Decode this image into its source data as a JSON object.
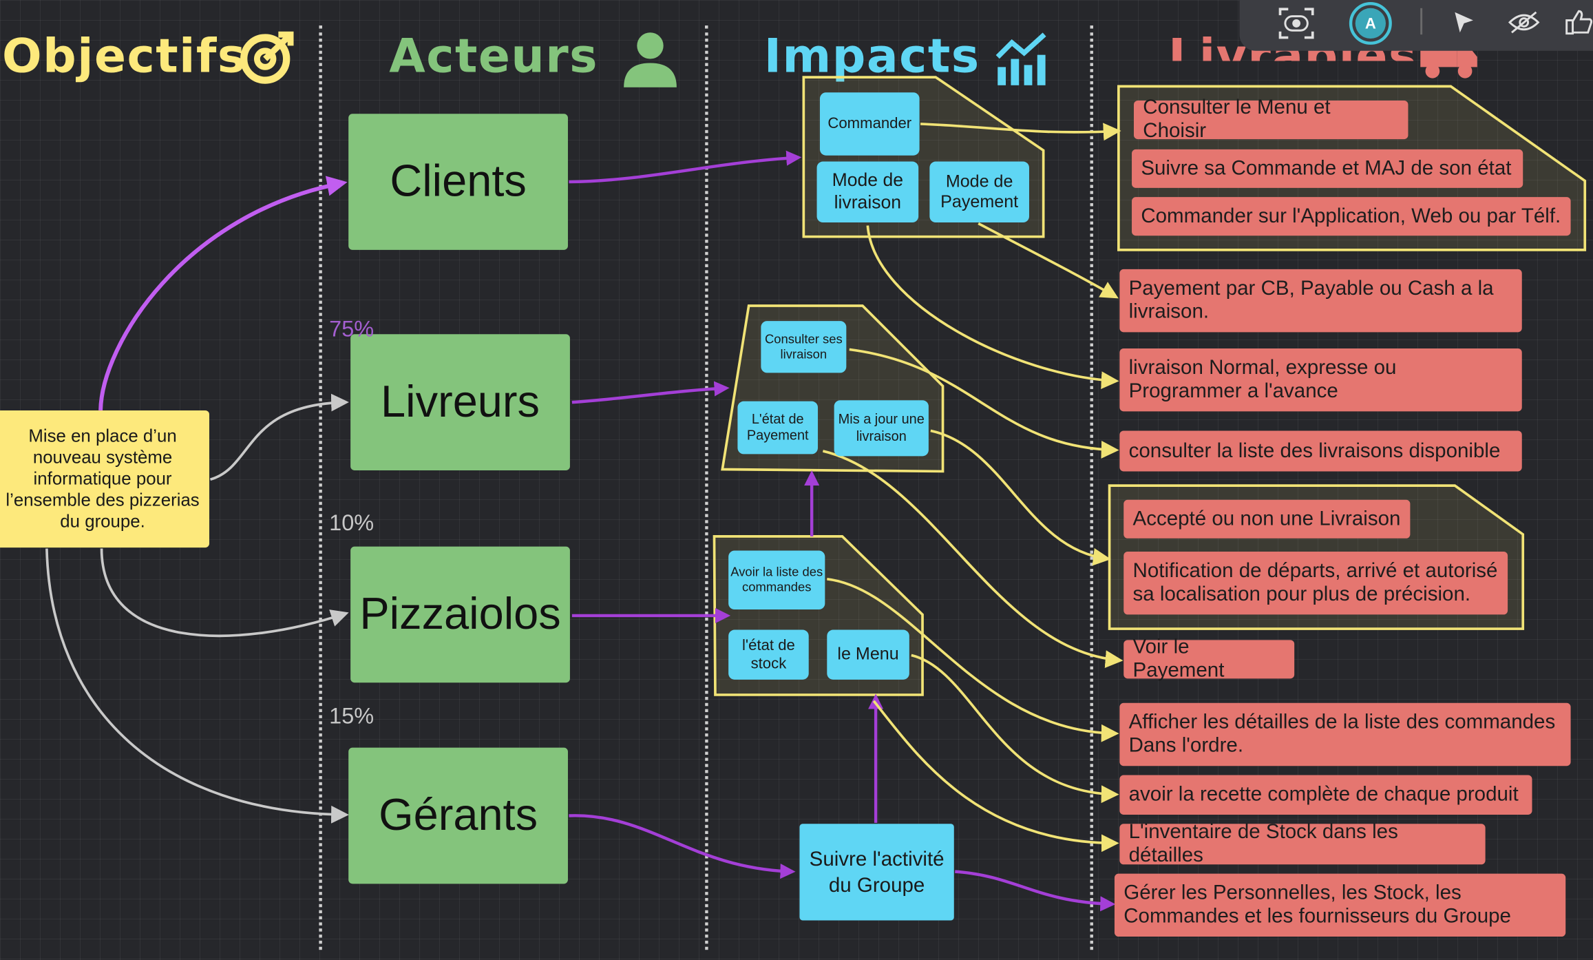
{
  "headers": {
    "objectifs": "Objectifs",
    "acteurs": "Acteurs",
    "impacts": "Impacts",
    "livrables": "Livrables"
  },
  "goal": "Mise en place d’un nouveau système informatique pour l’ensemble des pizzerias du groupe.",
  "actors": {
    "clients": "Clients",
    "livreurs": "Livreurs",
    "pizzaiolos": "Pizzaiolos",
    "gerants": "Gérants"
  },
  "percentages": {
    "livreurs": "75%",
    "pizzaiolos": "10%",
    "gerants": "15%"
  },
  "impacts": {
    "clients": {
      "commander": "Commander",
      "mode_livraison": "Mode de livraison",
      "mode_payement": "Mode de Payement"
    },
    "livreurs": {
      "consulter": "Consulter ses livraison",
      "etat_payement": "L'état de Payement",
      "mise_a_jour": "Mis a jour une livraison"
    },
    "pizzaiolos": {
      "avoir_liste": "Avoir la liste des commandes",
      "etat_stock": "l'état de stock",
      "menu": "le Menu"
    },
    "gerants": {
      "suivre": "Suivre l'activité du Groupe"
    }
  },
  "livrables": [
    "Consulter le Menu et Choisir",
    "Suivre sa Commande et MAJ de son état",
    "Commander sur l'Application, Web ou par Télf.",
    "Payement par CB, Payable ou Cash a la livraison.",
    "livraison Normal, expresse ou Programmer a l'avance",
    "consulter la liste des livraisons disponible",
    "Accepté ou non une Livraison",
    "Notification de départs, arrivé et autorisé sa localisation pour plus de précision.",
    "Voir le Payement",
    "Afficher les détailles de la liste des commandes Dans l'ordre.",
    "avoir la recette complète de chaque produit",
    "L'inventaire de Stock dans les détailles",
    "Gérer les Personnelles, les Stock, les Commandes et les fournisseurs du Groupe"
  ],
  "toolbar": {
    "avatar_letter": "A"
  },
  "colors": {
    "objectifs": "#fde97c",
    "acteurs": "#84c47c",
    "impacts": "#5fd6f4",
    "livrables": "#e57670",
    "purple_arrow": "#a43fd7",
    "yellow_line": "#f1e376"
  }
}
